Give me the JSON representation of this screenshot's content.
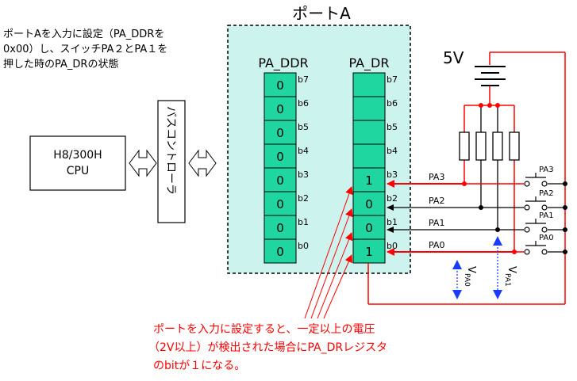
{
  "caption_lines": [
    "ポートAを入力に設定（PA_DDRを",
    "0x00）し、スイッチPA２とPA１を",
    "押した時のPA_DRの状態"
  ],
  "port_title": "ポートA",
  "cpu_lines": [
    "H8/300H",
    "CPU"
  ],
  "bus_controller": "バスコントローラ",
  "ddr_header": "PA_DDR",
  "dr_header": "PA_DR",
  "bit_labels": [
    "b7",
    "b6",
    "b5",
    "b4",
    "b3",
    "b2",
    "b1",
    "b0"
  ],
  "ddr_values": [
    "0",
    "0",
    "0",
    "0",
    "0",
    "0",
    "0",
    "0"
  ],
  "dr_values": [
    "",
    "",
    "",
    "",
    "1",
    "0",
    "0",
    "1"
  ],
  "dr_bit_labels": [
    "b7",
    "b6",
    "b5",
    "b4",
    "b3",
    "b2",
    "b1",
    "b0"
  ],
  "voltage": "5V",
  "line_labels": [
    "PA3",
    "PA2",
    "PA1",
    "PA0"
  ],
  "switch_labels": [
    "PA3",
    "PA2",
    "PA1",
    "PA0"
  ],
  "vpa0_main": "V",
  "vpa0_sub": "PA0",
  "vpa1_main": "V",
  "vpa1_sub": "PA1",
  "note_lines": [
    "ポートを入力に設定すると、一定以上の電圧",
    "（2V以上）が検出された場合にPA_DRレジスタ",
    "のbitが１になる。"
  ],
  "colors": {
    "register": "#1fd6a0",
    "port_bg": "#cdf3ee",
    "red": "#ff0000",
    "blue": "#1a3cff"
  }
}
